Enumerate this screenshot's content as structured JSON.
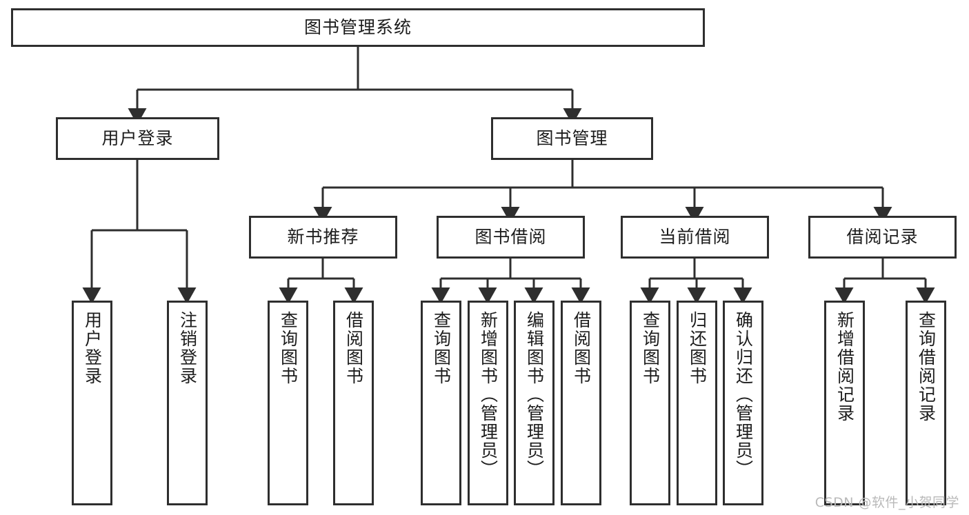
{
  "diagram": {
    "title": "图书管理系统",
    "type": "tree-hierarchy",
    "watermark": "CSDN @软件_小贺同学",
    "colors": {
      "border": "#2e2e2e",
      "background": "#ffffff",
      "text": "#1c1c1c",
      "connector": "#2e2e2e",
      "watermark": "#b9b9b9"
    }
  },
  "root": {
    "label": "图书管理系统"
  },
  "level1": [
    {
      "label": "用户登录"
    },
    {
      "label": "图书管理"
    }
  ],
  "level2": [
    {
      "label": "新书推荐"
    },
    {
      "label": "图书借阅"
    },
    {
      "label": "当前借阅"
    },
    {
      "label": "借阅记录"
    }
  ],
  "leaves": {
    "user_login": [
      {
        "label": "用户登录"
      },
      {
        "label": "注销登录"
      }
    ],
    "new_book_recommend": [
      {
        "label": "查询图书"
      },
      {
        "label": "借阅图书"
      }
    ],
    "book_borrow": [
      {
        "label": "查询图书"
      },
      {
        "label": "新增图书（管理员）"
      },
      {
        "label": "编辑图书（管理员）"
      },
      {
        "label": "借阅图书"
      }
    ],
    "current_borrow": [
      {
        "label": "查询图书"
      },
      {
        "label": "归还图书"
      },
      {
        "label": "确认归还（管理员）"
      }
    ],
    "borrow_record": [
      {
        "label": "新增借阅记录"
      },
      {
        "label": "查询借阅记录"
      }
    ]
  }
}
